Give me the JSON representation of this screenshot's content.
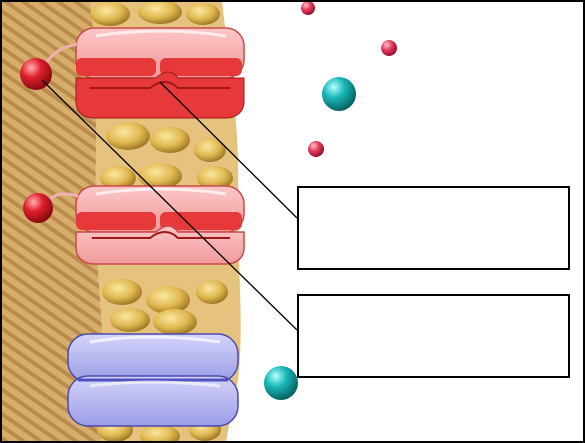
{
  "diagram": {
    "labels": [
      "",
      ""
    ],
    "colors": {
      "membrane_stripes": "#c9a066",
      "membrane_light": "#e8c993",
      "lipid_head": "#e0b850",
      "lipid_head_dark": "#a07a25",
      "channel_red_light": "#f4a8a8",
      "channel_red": "#e8393a",
      "channel_red_dark": "#a01818",
      "channel_blue_light": "#b7b7f0",
      "channel_blue": "#6d6dd6",
      "ligand_red": "#e0202c",
      "ion_cyan": "#19b8b8",
      "ion_small_red": "#e23a5a",
      "leader_line": "#000000",
      "border": "#000000"
    },
    "icons": [
      "ligand-bead",
      "ion-sphere",
      "ion-channel"
    ]
  }
}
